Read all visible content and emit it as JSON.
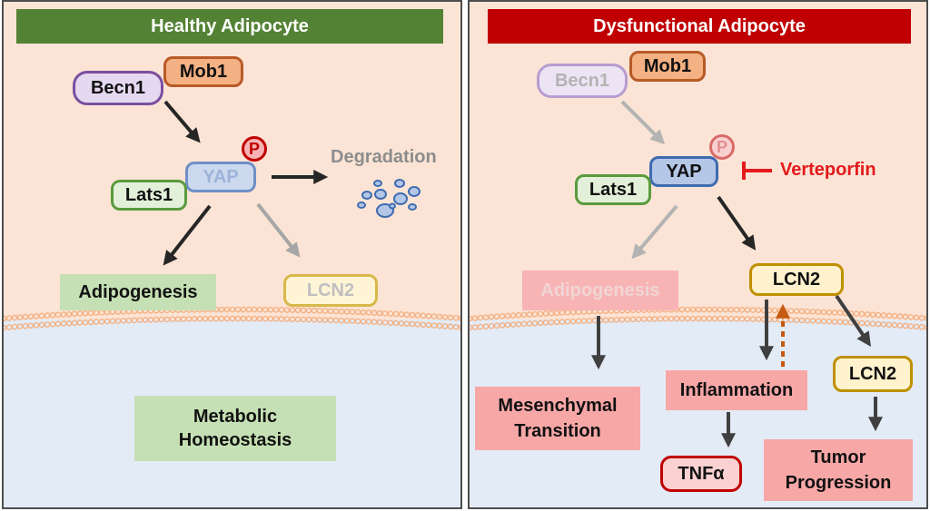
{
  "left": {
    "header": "Healthy Adipocyte",
    "becn1": "Becn1",
    "mob1": "Mob1",
    "phospho": "P",
    "yap": "YAP",
    "lats1": "Lats1",
    "degradation": "Degradation",
    "adipogenesis": "Adipogenesis",
    "lcn2": "LCN2",
    "metabolic": "Metabolic",
    "homeostasis": "Homeostasis"
  },
  "right": {
    "header": "Dysfunctional Adipocyte",
    "becn1": "Becn1",
    "mob1": "Mob1",
    "phospho": "P",
    "yap": "YAP",
    "verteporfin": "Verteporfin",
    "lats1": "Lats1",
    "adipogenesis": "Adipogenesis",
    "lcn2_inner": "LCN2",
    "mesenchymal_line1": "Mesenchymal",
    "mesenchymal_line2": "Transition",
    "inflammation": "Inflammation",
    "lcn2_outer": "LCN2",
    "tnfa": "TNFα",
    "tumor_line1": "Tumor",
    "tumor_line2": "Progression"
  },
  "colors": {
    "healthy_header": "#548235",
    "dysfunctional_header": "#c00000",
    "cytoplasm": "#fbe4d5",
    "extracellular": "#e3ebf6",
    "membrane": "#f4b183",
    "inhibitor": "#e31a1c"
  },
  "icons": [
    "degradation-bubbles-icon",
    "phosphate-icon",
    "inhibition-bar-icon",
    "membrane-bilayer-icon"
  ]
}
